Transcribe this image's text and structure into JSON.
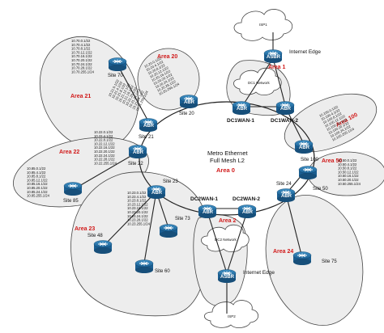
{
  "core": {
    "title_line1": "Metro Ethernet",
    "title_line2": "Full Mesh L2",
    "area0": "Area 0"
  },
  "areas": {
    "a1": "Area 1",
    "a2": "Area 2",
    "a20": "Area 20",
    "a21": "Area 21",
    "a22": "Area 22",
    "a23": "Area 23",
    "a24": "Area 24",
    "a50": "Area 50",
    "a100": "Area 100"
  },
  "clouds": {
    "isp1": "ISP1",
    "isp2": "ISP2",
    "dc1": "DC1 Network",
    "dc2": "DC2 Network"
  },
  "edges": {
    "top": "Internet Edge",
    "bottom": "Internet Edge"
  },
  "devices": {
    "abr": "ABR",
    "asbr": "ASBR"
  },
  "sites": {
    "s20": "Site 20",
    "s21": "Site 21",
    "s22": "Site 22",
    "s23": "Site 23",
    "s24": "Site 24",
    "s48": "Site 48",
    "s50": "Site 50",
    "s60": "Site 60",
    "s70": "Site 70",
    "s73": "Site 73",
    "s75": "Site 75",
    "s85": "Site 85",
    "s100": "Site 100",
    "dc1wan1": "DC1WAN-1",
    "dc1wan2": "DC1WAN-2",
    "dc2wan1": "DC2WAN-1",
    "dc2wan2": "DC2WAN-2"
  },
  "prefixes": {
    "p70": [
      "10.70.0.1/22",
      "10.70.4.1/22",
      "10.70.8.1/22",
      "10.70.12.1/22",
      "10.70.16.1/22",
      "10.70.20.1/22",
      "10.70.24.1/22",
      "10.70.28.1/22",
      "10.70.255.1/24"
    ],
    "p20": [
      "10.20.0.1/22",
      "10.20.4.1/22",
      "10.20.8.1/22",
      "10.20.12.1/22",
      "10.20.16.1/22",
      "10.20.20.1/22",
      "10.20.24.1/22",
      "10.20.28.1/22",
      "10.20.255.1/24"
    ],
    "p21": [
      "10.21.0.1/22",
      "10.21.4.1/22",
      "10.21.8.1/22",
      "10.21.12.1/22",
      "10.21.16.1/22",
      "10.21.20.1/22",
      "10.21.24.1/22",
      "10.21.28.1/22",
      "10.21.255.1/24"
    ],
    "p22": [
      "10.22.0.1/22",
      "10.22.4.1/22",
      "10.22.8.1/22",
      "10.22.12.1/22",
      "10.22.16.1/22",
      "10.22.20.1/22",
      "10.22.24.1/22",
      "10.22.28.1/22",
      "10.22.255.1/24"
    ],
    "p85": [
      "10.85.0.1/22",
      "10.85.4.1/22",
      "10.85.8.1/22",
      "10.85.12.1/22",
      "10.85.16.1/22",
      "10.85.20.1/22",
      "10.85.24.1/22",
      "10.85.255.1/24"
    ],
    "p23": [
      "10.23.0.1/22",
      "10.23.4.1/22",
      "10.23.8.1/22",
      "10.23.12.1/22",
      "10.23.16.1/22",
      "10.23.20.1/22",
      "10.23.24.1/22",
      "10.23.28.1/22",
      "10.23.255.1/24"
    ],
    "p100": [
      "10.100.0.1/22",
      "10.100.4.1/22",
      "10.100.8.1/22",
      "10.100.12.1/22",
      "10.100.16.1/22",
      "10.100.20.1/22",
      "10.100.24.1/22",
      "10.100.255.1/24"
    ],
    "p50": [
      "10.50.0.1/22",
      "10.50.4.1/22",
      "10.50.8.1/22",
      "10.50.12.1/22",
      "10.50.16.1/22",
      "10.50.20.1/22",
      "10.50.255.1/24"
    ]
  }
}
